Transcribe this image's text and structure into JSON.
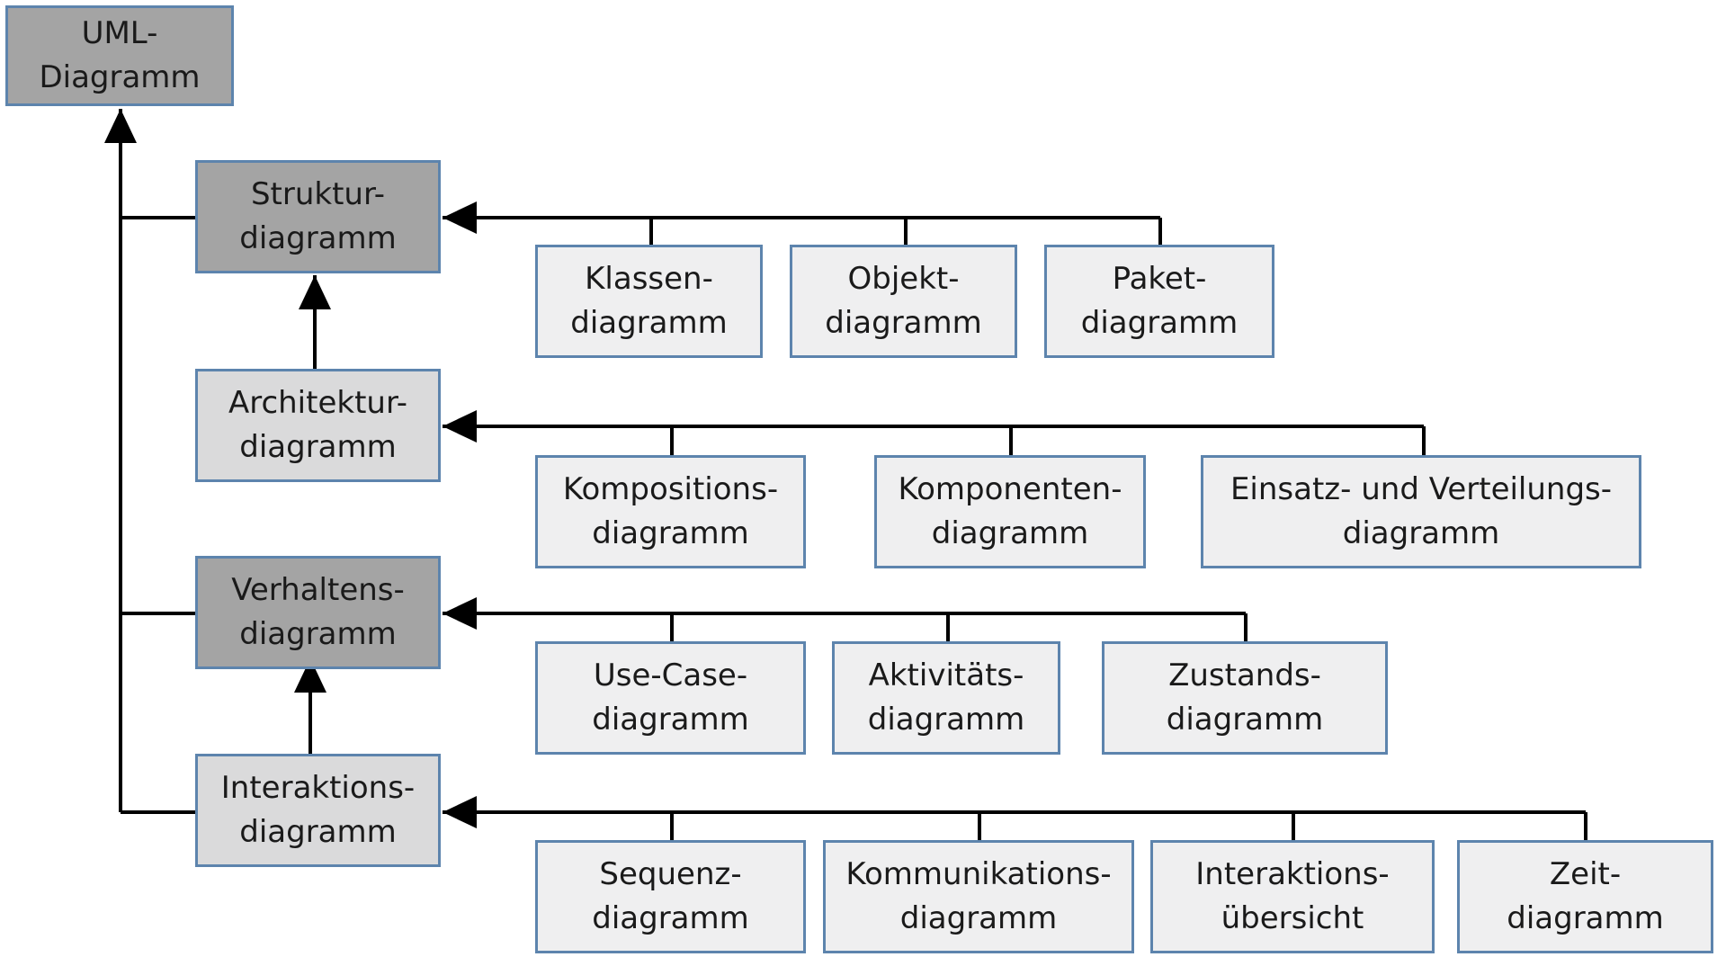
{
  "diagram": {
    "root": {
      "line1": "UML-",
      "line2": "Diagramm"
    },
    "struktur": {
      "line1": "Struktur-",
      "line2": "diagramm"
    },
    "architektur": {
      "line1": "Architektur-",
      "line2": "diagramm"
    },
    "verhalten": {
      "line1": "Verhaltens-",
      "line2": "diagramm"
    },
    "interaktion": {
      "line1": "Interaktions-",
      "line2": "diagramm"
    },
    "klassen": {
      "line1": "Klassen-",
      "line2": "diagramm"
    },
    "objekt": {
      "line1": "Objekt-",
      "line2": "diagramm"
    },
    "paket": {
      "line1": "Paket-",
      "line2": "diagramm"
    },
    "kompositions": {
      "line1": "Kompositions-",
      "line2": "diagramm"
    },
    "komponenten": {
      "line1": "Komponenten-",
      "line2": "diagramm"
    },
    "einsatz": {
      "line1": "Einsatz- und Verteilungs-",
      "line2": "diagramm"
    },
    "usecase": {
      "line1": "Use-Case-",
      "line2": "diagramm"
    },
    "aktivitaets": {
      "line1": "Aktivitäts-",
      "line2": "diagramm"
    },
    "zustands": {
      "line1": "Zustands-",
      "line2": "diagramm"
    },
    "sequenz": {
      "line1": "Sequenz-",
      "line2": "diagramm"
    },
    "kommunikation": {
      "line1": "Kommunikations-",
      "line2": "diagramm"
    },
    "interaktionsuebersicht": {
      "line1": "Interaktions-",
      "line2": "übersicht"
    },
    "zeit": {
      "line1": "Zeit-",
      "line2": "diagramm"
    }
  },
  "colors": {
    "abstract_fill": "#a4a4a4",
    "intermediate_fill": "#dadadb",
    "concrete_fill": "#efeff0",
    "border": "#5d84ad",
    "connector": "#000000"
  }
}
